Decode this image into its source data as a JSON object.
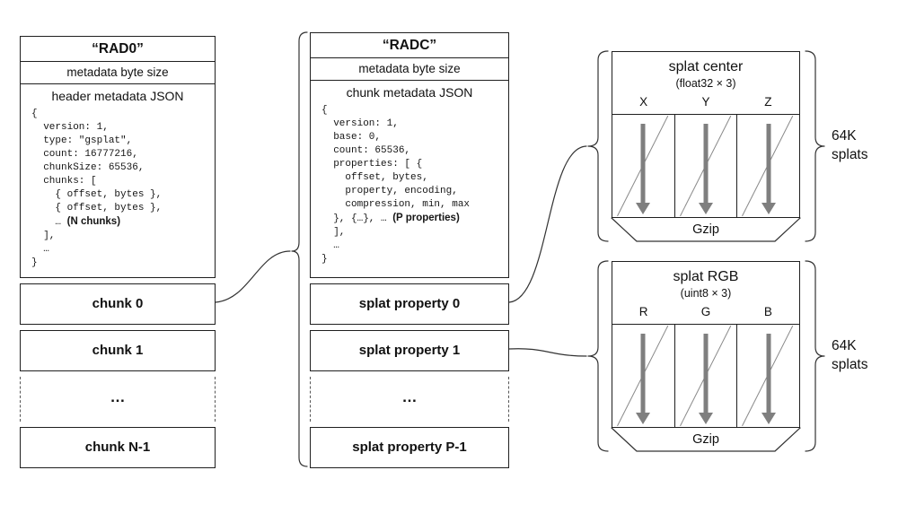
{
  "colors": {
    "arrow": "#7f7f7f",
    "border": "#1f1f1f",
    "background": "#ffffff"
  },
  "rad0": {
    "title": "“RAD0”",
    "meta_label": "metadata byte size",
    "json_label": "header metadata JSON",
    "code": [
      "{",
      "  version: 1,",
      "  type: \"gsplat\",",
      "  count: 16777216,",
      "  chunkSize: 65536,",
      "  chunks: [",
      "    { offset, bytes },",
      "    { offset, bytes },",
      "    … **(N chunks)**",
      "  ],",
      "  …",
      "}"
    ],
    "rows": [
      {
        "label": "chunk 0"
      },
      {
        "label": "chunk 1"
      },
      {
        "label": "…"
      },
      {
        "label": "chunk N-1"
      }
    ]
  },
  "radc": {
    "title": "“RADC”",
    "meta_label": "metadata byte size",
    "json_label": "chunk metadata JSON",
    "code": [
      "{",
      "  version: 1,",
      "  base: 0,",
      "  count: 65536,",
      "  properties: [ {",
      "    offset, bytes,",
      "    property, encoding,",
      "    compression, min, max",
      "  }, {…}, … **(P properties)**",
      "  ],",
      "  …",
      "}"
    ],
    "rows": [
      {
        "label": "splat property 0"
      },
      {
        "label": "splat property 1"
      },
      {
        "label": "…"
      },
      {
        "label": "splat property P-1"
      }
    ]
  },
  "splat_center": {
    "title": "splat center",
    "subtitle": "(float32 × 3)",
    "columns": [
      "X",
      "Y",
      "Z"
    ],
    "gzip_label": "Gzip",
    "count_label": "64K splats"
  },
  "splat_rgb": {
    "title": "splat RGB",
    "subtitle": "(uint8 × 3)",
    "columns": [
      "R",
      "G",
      "B"
    ],
    "gzip_label": "Gzip",
    "count_label": "64K splats"
  }
}
